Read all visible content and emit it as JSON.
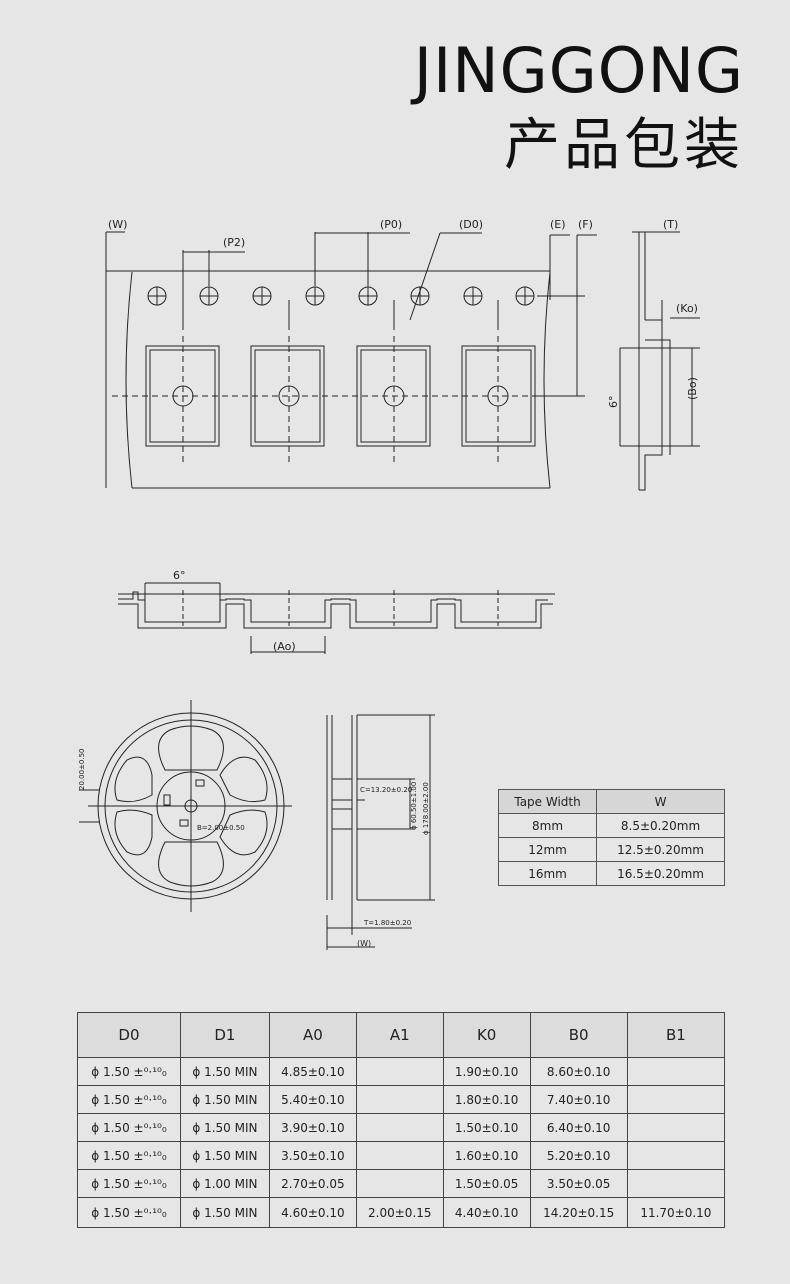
{
  "brand": "JINGGONG",
  "subtitle": "产品包装",
  "tape_top_labels": {
    "w": "(W)",
    "p2": "(P2)",
    "p0": "(P0)",
    "d0": "(D0)",
    "e": "(E)",
    "f": "(F)",
    "t": "(T)",
    "ko": "(Ko)",
    "bo": "(Bo)",
    "angle": "6°"
  },
  "tape_side_labels": {
    "angle": "6°",
    "ao": "(Ao)"
  },
  "reel_labels": {
    "left_dim": "20.00±0.50",
    "c_dim": "C=13.20±0.20",
    "hub_dim": "ϕ 60.50±1.00",
    "outer_dim": "ϕ 178.00±2.00",
    "b_dim": "B=2.00±0.50",
    "t_dim": "T=1.80±0.20",
    "w_dim": "(W)"
  },
  "tape_width_table": {
    "headers": [
      "Tape Width",
      "W"
    ],
    "rows": [
      [
        "8mm",
        "8.5±0.20mm"
      ],
      [
        "12mm",
        "12.5±0.20mm"
      ],
      [
        "16mm",
        "16.5±0.20mm"
      ]
    ]
  },
  "spec_table": {
    "headers": [
      "D0",
      "D1",
      "A0",
      "A1",
      "K0",
      "B0",
      "B1"
    ],
    "rows": [
      [
        "ϕ 1.50 ±⁰·¹⁰₀",
        "ϕ 1.50  MIN",
        "4.85±0.10",
        "",
        "1.90±0.10",
        "8.60±0.10",
        ""
      ],
      [
        "ϕ 1.50 ±⁰·¹⁰₀",
        "ϕ 1.50  MIN",
        "5.40±0.10",
        "",
        "1.80±0.10",
        "7.40±0.10",
        ""
      ],
      [
        "ϕ 1.50 ±⁰·¹⁰₀",
        "ϕ 1.50  MIN",
        "3.90±0.10",
        "",
        "1.50±0.10",
        "6.40±0.10",
        ""
      ],
      [
        "ϕ 1.50 ±⁰·¹⁰₀",
        "ϕ 1.50  MIN",
        "3.50±0.10",
        "",
        "1.60±0.10",
        "5.20±0.10",
        ""
      ],
      [
        "ϕ 1.50 ±⁰·¹⁰₀",
        "ϕ 1.00  MIN",
        "2.70±0.05",
        "",
        "1.50±0.05",
        "3.50±0.05",
        ""
      ],
      [
        "ϕ 1.50 ±⁰·¹⁰₀",
        "ϕ 1.50  MIN",
        "4.60±0.10",
        "2.00±0.15",
        "4.40±0.10",
        "14.20±0.15",
        "11.70±0.10"
      ]
    ]
  }
}
